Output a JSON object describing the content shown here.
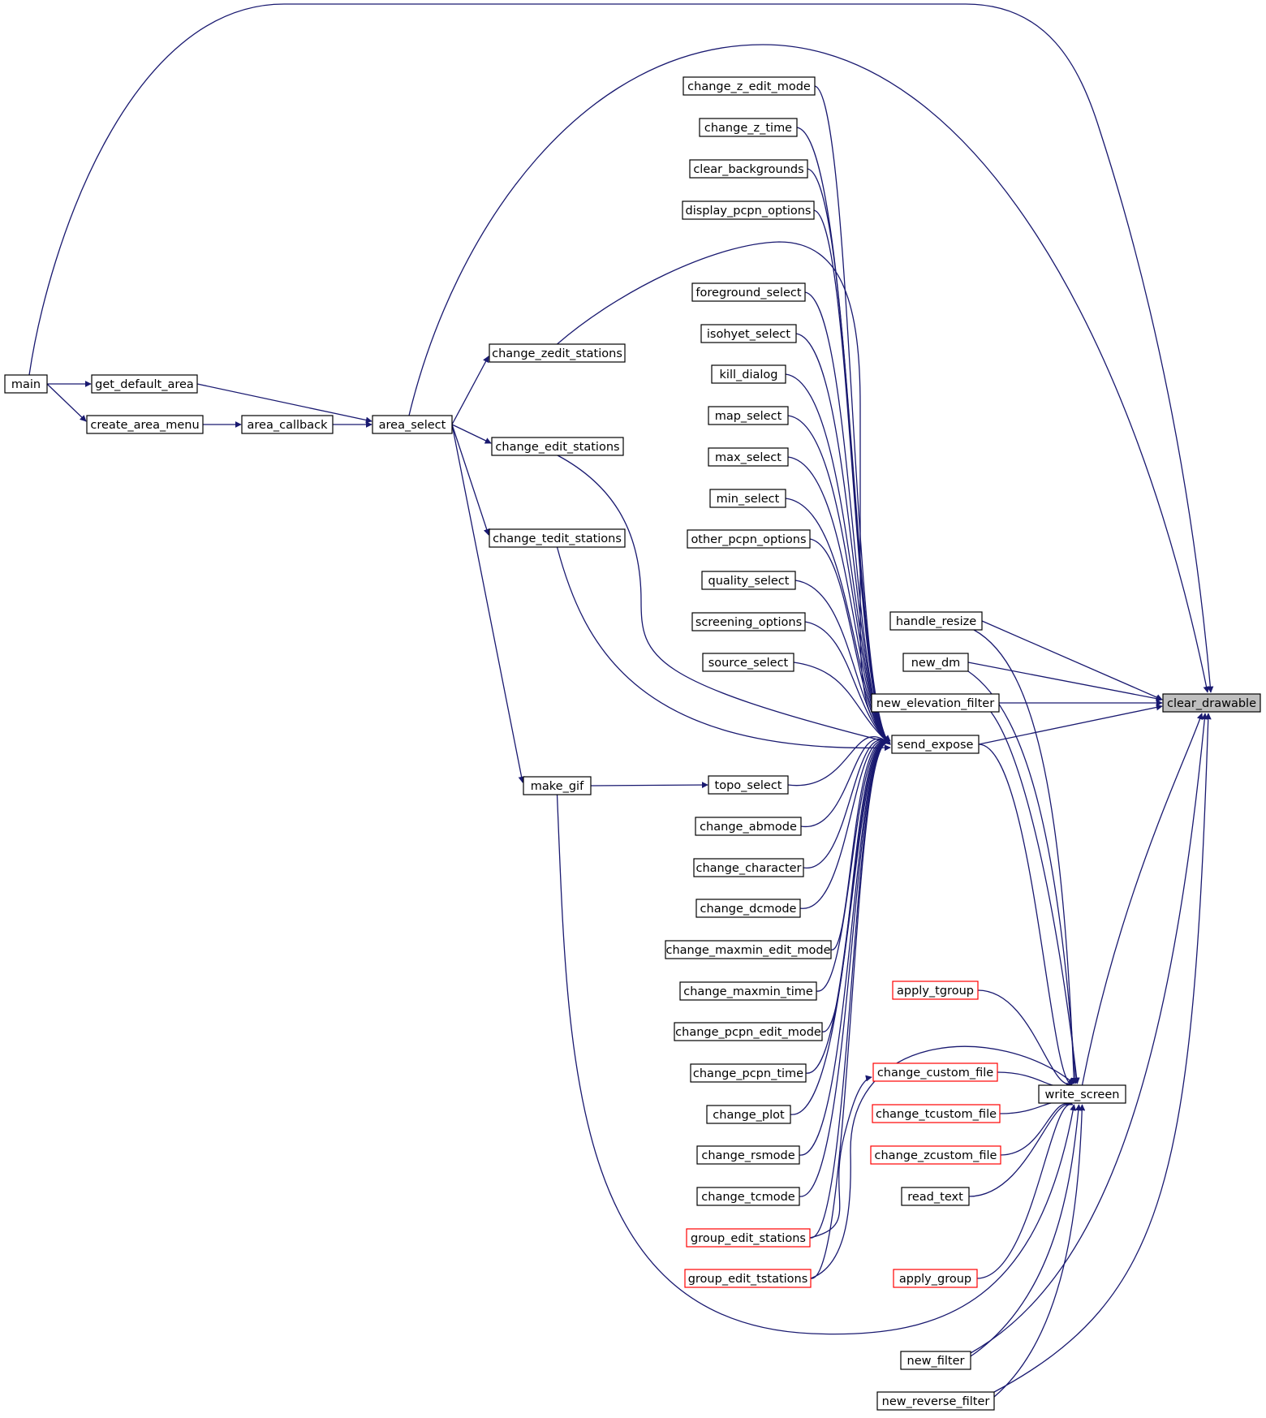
{
  "graph": {
    "colors": {
      "edge": "#191970",
      "node_border": "#000000",
      "truncated_node_border": "#ff0000",
      "highlighted_node_fill": "#bfbfbf",
      "background": "#ffffff"
    },
    "nodes": [
      {
        "id": "clear_drawable",
        "label": "clear_drawable",
        "highlighted": true
      },
      {
        "id": "main",
        "label": "main"
      },
      {
        "id": "get_default_area",
        "label": "get_default_area"
      },
      {
        "id": "create_area_menu",
        "label": "create_area_menu"
      },
      {
        "id": "area_callback",
        "label": "area_callback"
      },
      {
        "id": "area_select",
        "label": "area_select"
      },
      {
        "id": "change_zedit_stations",
        "label": "change_zedit_stations"
      },
      {
        "id": "change_edit_stations",
        "label": "change_edit_stations"
      },
      {
        "id": "change_tedit_stations",
        "label": "change_tedit_stations"
      },
      {
        "id": "make_gif",
        "label": "make_gif"
      },
      {
        "id": "change_z_edit_mode",
        "label": "change_z_edit_mode"
      },
      {
        "id": "change_z_time",
        "label": "change_z_time"
      },
      {
        "id": "clear_backgrounds",
        "label": "clear_backgrounds"
      },
      {
        "id": "display_pcpn_options",
        "label": "display_pcpn_options"
      },
      {
        "id": "foreground_select",
        "label": "foreground_select"
      },
      {
        "id": "isohyet_select",
        "label": "isohyet_select"
      },
      {
        "id": "kill_dialog",
        "label": "kill_dialog"
      },
      {
        "id": "map_select",
        "label": "map_select"
      },
      {
        "id": "max_select",
        "label": "max_select"
      },
      {
        "id": "min_select",
        "label": "min_select"
      },
      {
        "id": "other_pcpn_options",
        "label": "other_pcpn_options"
      },
      {
        "id": "quality_select",
        "label": "quality_select"
      },
      {
        "id": "screening_options",
        "label": "screening_options"
      },
      {
        "id": "source_select",
        "label": "source_select"
      },
      {
        "id": "topo_select",
        "label": "topo_select"
      },
      {
        "id": "change_abmode",
        "label": "change_abmode"
      },
      {
        "id": "change_character",
        "label": "change_character"
      },
      {
        "id": "change_dcmode",
        "label": "change_dcmode"
      },
      {
        "id": "change_maxmin_edit_mode",
        "label": "change_maxmin_edit_mode"
      },
      {
        "id": "change_maxmin_time",
        "label": "change_maxmin_time"
      },
      {
        "id": "change_pcpn_edit_mode",
        "label": "change_pcpn_edit_mode"
      },
      {
        "id": "change_pcpn_time",
        "label": "change_pcpn_time"
      },
      {
        "id": "change_plot",
        "label": "change_plot"
      },
      {
        "id": "change_rsmode",
        "label": "change_rsmode"
      },
      {
        "id": "change_tcmode",
        "label": "change_tcmode"
      },
      {
        "id": "group_edit_stations",
        "label": "group_edit_stations",
        "truncated": true
      },
      {
        "id": "group_edit_tstations",
        "label": "group_edit_tstations",
        "truncated": true
      },
      {
        "id": "handle_resize",
        "label": "handle_resize"
      },
      {
        "id": "new_dm",
        "label": "new_dm"
      },
      {
        "id": "new_elevation_filter",
        "label": "new_elevation_filter"
      },
      {
        "id": "send_expose",
        "label": "send_expose"
      },
      {
        "id": "apply_tgroup",
        "label": "apply_tgroup",
        "truncated": true
      },
      {
        "id": "change_custom_file",
        "label": "change_custom_file",
        "truncated": true
      },
      {
        "id": "change_tcustom_file",
        "label": "change_tcustom_file",
        "truncated": true
      },
      {
        "id": "change_zcustom_file",
        "label": "change_zcustom_file",
        "truncated": true
      },
      {
        "id": "read_text",
        "label": "read_text"
      },
      {
        "id": "apply_group",
        "label": "apply_group",
        "truncated": true
      },
      {
        "id": "new_filter",
        "label": "new_filter"
      },
      {
        "id": "new_reverse_filter",
        "label": "new_reverse_filter"
      },
      {
        "id": "write_screen",
        "label": "write_screen"
      }
    ],
    "edges": [
      [
        "main",
        "get_default_area"
      ],
      [
        "main",
        "create_area_menu"
      ],
      [
        "main",
        "clear_drawable"
      ],
      [
        "create_area_menu",
        "area_callback"
      ],
      [
        "area_callback",
        "area_select"
      ],
      [
        "get_default_area",
        "area_select"
      ],
      [
        "area_select",
        "change_zedit_stations"
      ],
      [
        "area_select",
        "change_edit_stations"
      ],
      [
        "area_select",
        "change_tedit_stations"
      ],
      [
        "area_select",
        "make_gif"
      ],
      [
        "area_select",
        "clear_drawable"
      ],
      [
        "change_zedit_stations",
        "send_expose"
      ],
      [
        "change_edit_stations",
        "send_expose"
      ],
      [
        "change_tedit_stations",
        "send_expose"
      ],
      [
        "make_gif",
        "topo_select"
      ],
      [
        "make_gif",
        "write_screen"
      ],
      [
        "change_z_edit_mode",
        "send_expose"
      ],
      [
        "change_z_time",
        "send_expose"
      ],
      [
        "clear_backgrounds",
        "send_expose"
      ],
      [
        "display_pcpn_options",
        "send_expose"
      ],
      [
        "foreground_select",
        "send_expose"
      ],
      [
        "isohyet_select",
        "send_expose"
      ],
      [
        "kill_dialog",
        "send_expose"
      ],
      [
        "map_select",
        "send_expose"
      ],
      [
        "max_select",
        "send_expose"
      ],
      [
        "min_select",
        "send_expose"
      ],
      [
        "other_pcpn_options",
        "send_expose"
      ],
      [
        "quality_select",
        "send_expose"
      ],
      [
        "screening_options",
        "send_expose"
      ],
      [
        "source_select",
        "send_expose"
      ],
      [
        "topo_select",
        "send_expose"
      ],
      [
        "change_abmode",
        "send_expose"
      ],
      [
        "change_character",
        "send_expose"
      ],
      [
        "change_dcmode",
        "send_expose"
      ],
      [
        "change_maxmin_edit_mode",
        "send_expose"
      ],
      [
        "change_maxmin_time",
        "send_expose"
      ],
      [
        "change_pcpn_edit_mode",
        "send_expose"
      ],
      [
        "change_pcpn_time",
        "send_expose"
      ],
      [
        "change_plot",
        "send_expose"
      ],
      [
        "change_rsmode",
        "send_expose"
      ],
      [
        "change_tcmode",
        "send_expose"
      ],
      [
        "group_edit_stations",
        "send_expose"
      ],
      [
        "group_edit_tstations",
        "send_expose"
      ],
      [
        "group_edit_stations",
        "change_custom_file"
      ],
      [
        "group_edit_tstations",
        "write_screen"
      ],
      [
        "handle_resize",
        "clear_drawable"
      ],
      [
        "new_dm",
        "clear_drawable"
      ],
      [
        "new_elevation_filter",
        "clear_drawable"
      ],
      [
        "send_expose",
        "clear_drawable"
      ],
      [
        "handle_resize",
        "write_screen"
      ],
      [
        "new_dm",
        "write_screen"
      ],
      [
        "new_elevation_filter",
        "write_screen"
      ],
      [
        "send_expose",
        "write_screen"
      ],
      [
        "apply_tgroup",
        "write_screen"
      ],
      [
        "change_custom_file",
        "write_screen"
      ],
      [
        "change_tcustom_file",
        "write_screen"
      ],
      [
        "change_zcustom_file",
        "write_screen"
      ],
      [
        "read_text",
        "write_screen"
      ],
      [
        "apply_group",
        "write_screen"
      ],
      [
        "new_filter",
        "write_screen"
      ],
      [
        "new_reverse_filter",
        "write_screen"
      ],
      [
        "write_screen",
        "clear_drawable"
      ],
      [
        "new_filter",
        "clear_drawable"
      ],
      [
        "new_reverse_filter",
        "clear_drawable"
      ]
    ]
  }
}
